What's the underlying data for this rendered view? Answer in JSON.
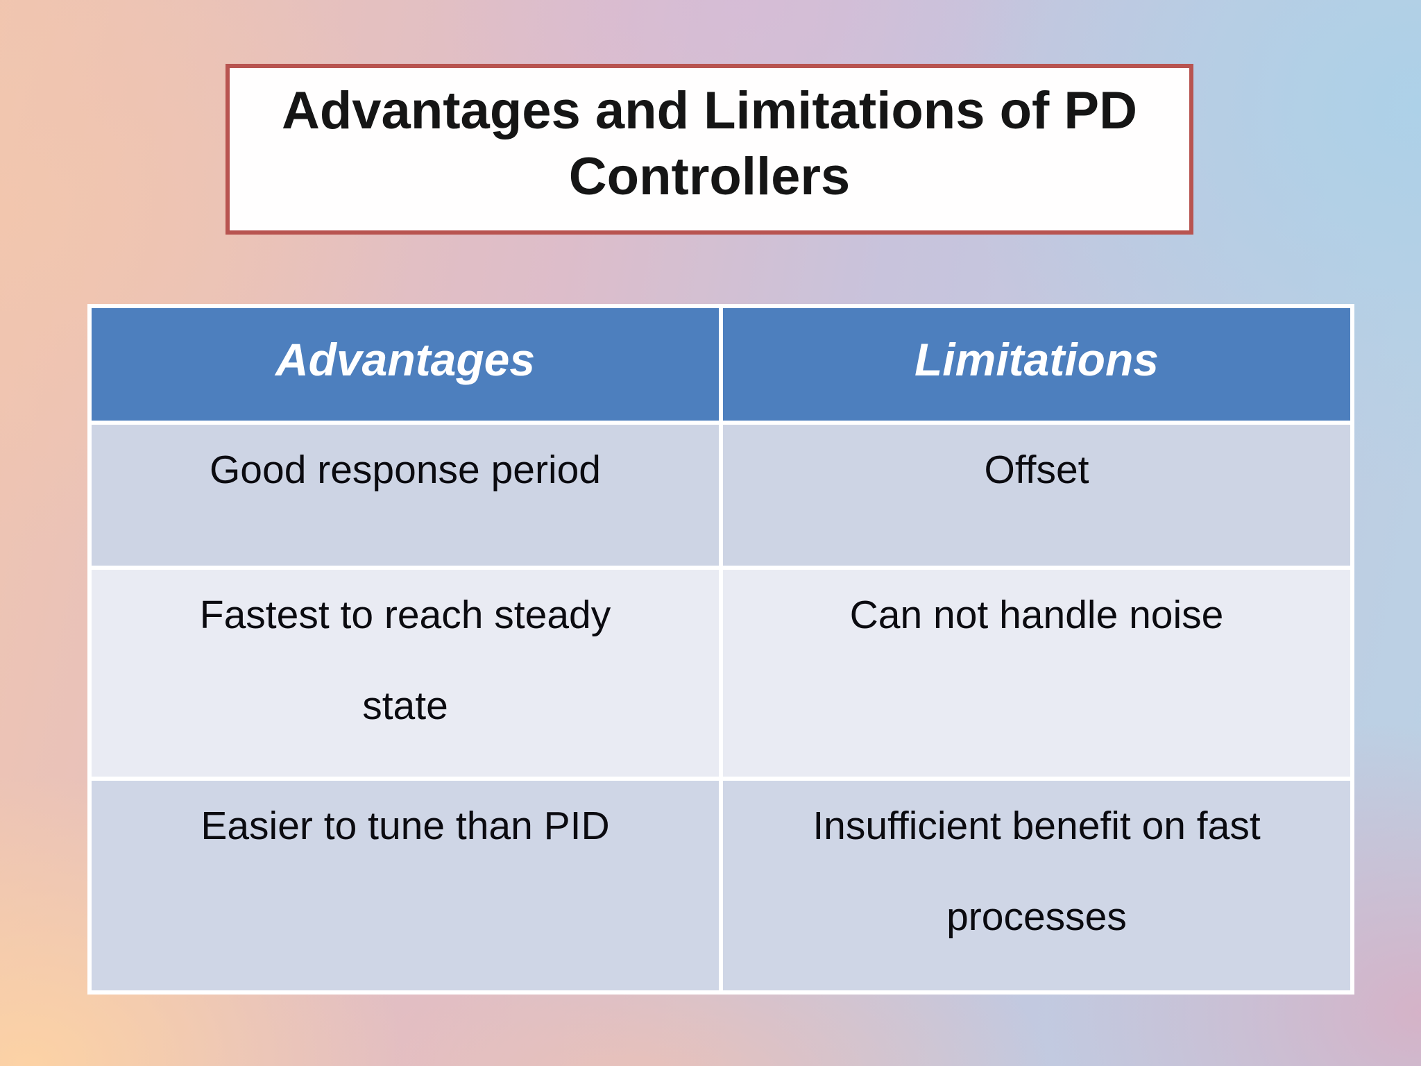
{
  "slide": {
    "title": "Advantages and Limitations of PD Controllers"
  },
  "table": {
    "headers": [
      {
        "label": "Advantages"
      },
      {
        "label": "Limitations"
      }
    ],
    "rows": [
      {
        "advantage": "Good response period",
        "limitation": "Offset"
      },
      {
        "advantage": "Fastest to reach steady state",
        "limitation": "Can not handle noise"
      },
      {
        "advantage": "Easier to tune than PID",
        "limitation": "Insufficient benefit on fast processes"
      }
    ]
  },
  "colors": {
    "title_border": "#b85450",
    "title_bg": "#fffefe",
    "title_text": "#151515",
    "header_bg": "#4d7fbe",
    "header_text": "#ffffff",
    "row_band_odd": "#cdd4e4",
    "row_band_even": "#e9ebf3",
    "row_band_odd2": "#cfd6e6",
    "cell_text": "#0b0b10",
    "table_gap": "#ffffff"
  }
}
